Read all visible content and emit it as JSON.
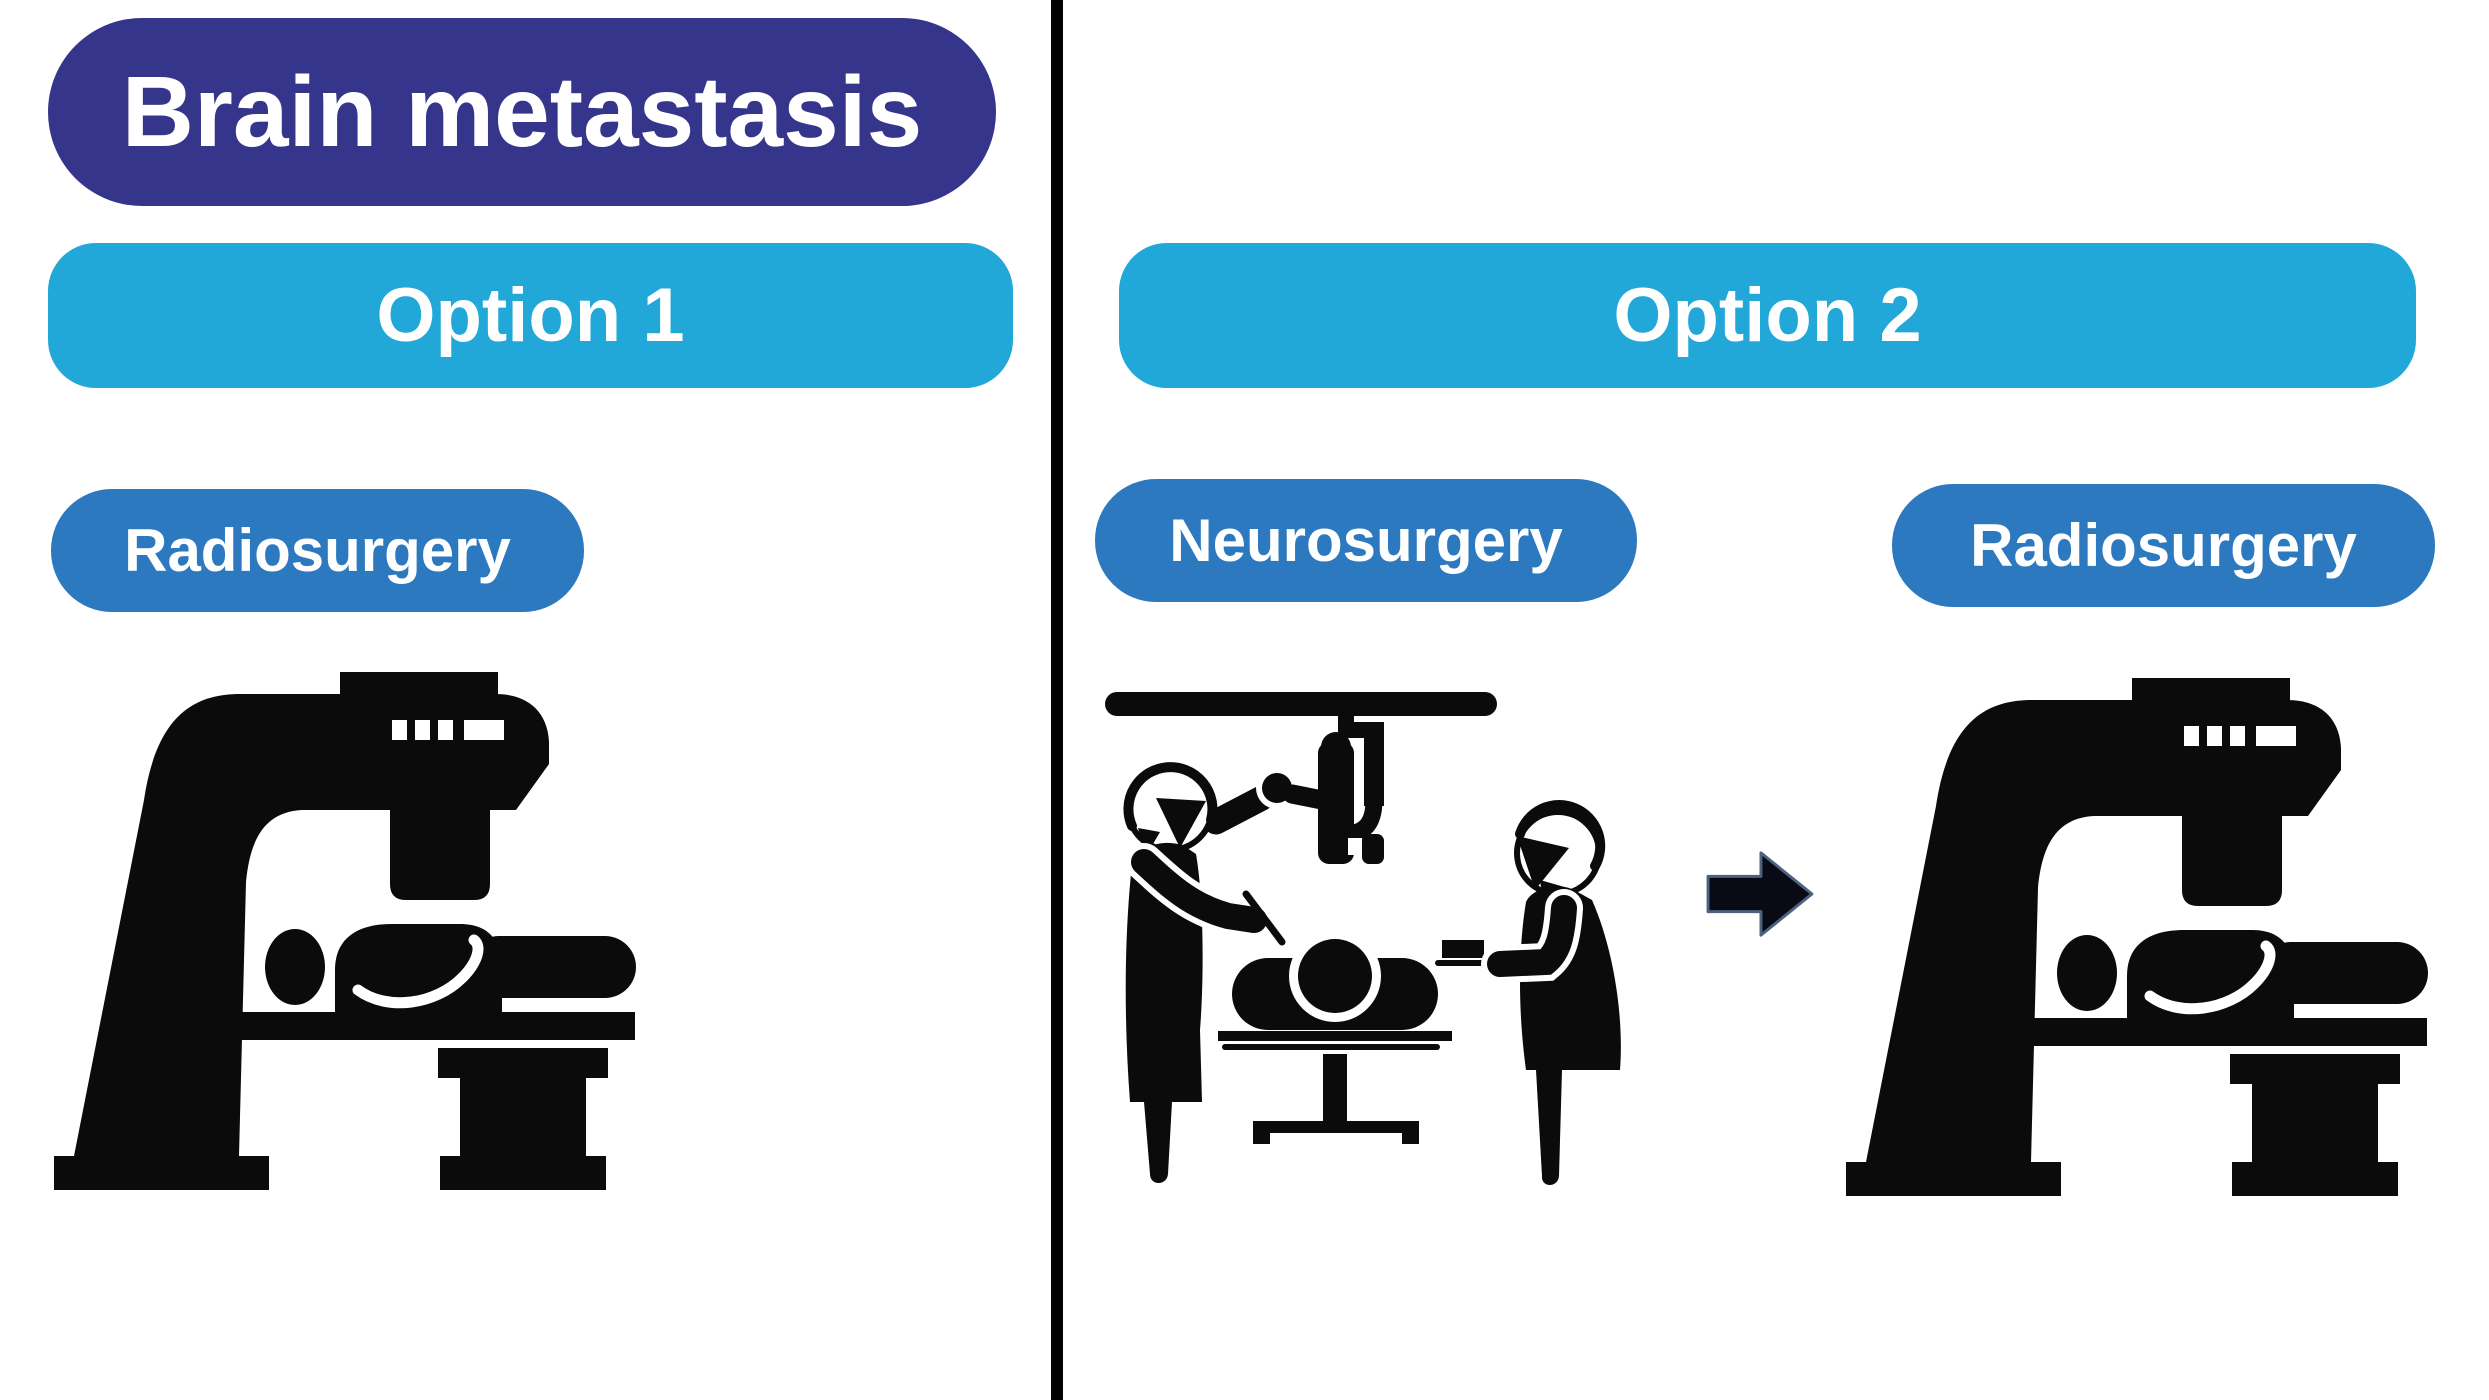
{
  "figure": {
    "title": "Brain metastasis",
    "background": "#ffffff",
    "divider_color": "#000000"
  },
  "colors": {
    "title_pill": "#35358b",
    "option_pill": "#21a7d8",
    "treatment_pill": "#2c79c0",
    "pill_text": "#ffffff",
    "icon_black": "#0b0b0b",
    "arrow_fill": "#0a0a14",
    "arrow_outline": "#4a6380"
  },
  "columns": [
    {
      "option": "Option 1",
      "treatments": [
        "Radiosurgery"
      ],
      "icons": [
        "radiotherapy-machine"
      ]
    },
    {
      "option": "Option 2",
      "treatments": [
        "Neurosurgery",
        "Radiosurgery"
      ],
      "icons": [
        "neurosurgery-operation",
        "radiotherapy-machine"
      ],
      "connector": "arrow-right"
    }
  ]
}
